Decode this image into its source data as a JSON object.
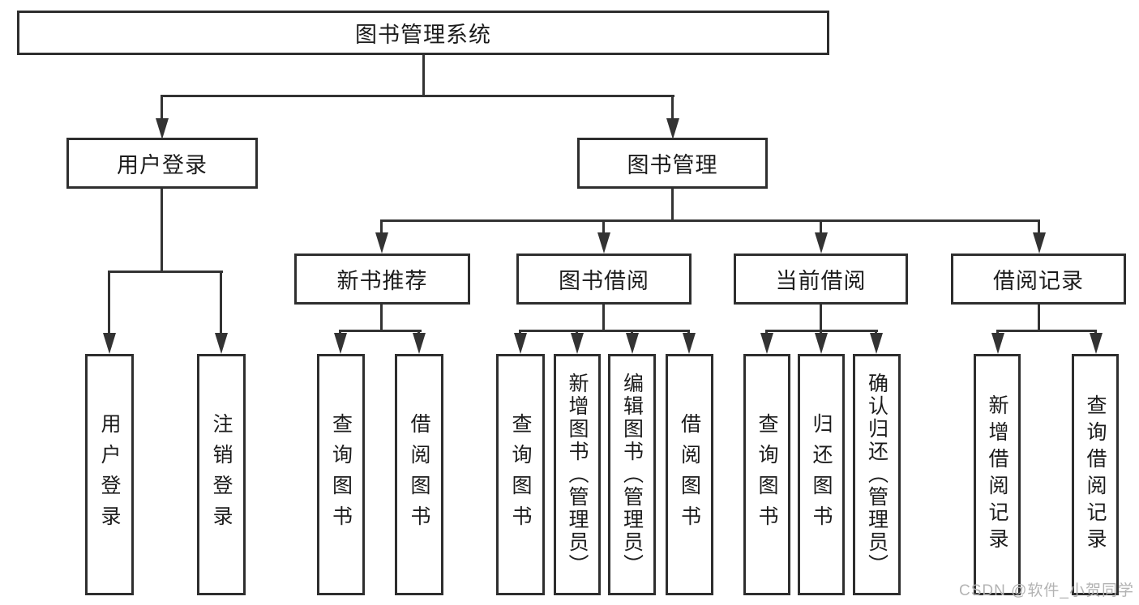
{
  "diagram": {
    "title": "图书管理系统",
    "type": "hierarchy-tree",
    "root": {
      "label": "图书管理系统"
    },
    "level2": [
      {
        "label": "用户登录"
      },
      {
        "label": "图书管理"
      }
    ],
    "level3": [
      {
        "label": "新书推荐"
      },
      {
        "label": "图书借阅"
      },
      {
        "label": "当前借阅"
      },
      {
        "label": "借阅记录"
      }
    ],
    "leaves": {
      "user_login": [
        {
          "label": "用户登录"
        },
        {
          "label": "注销登录"
        }
      ],
      "new_books": [
        {
          "label": "查询图书"
        },
        {
          "label": "借阅图书"
        }
      ],
      "book_borrow": [
        {
          "label": "查询图书"
        },
        {
          "label": "新增图书（管理员）"
        },
        {
          "label": "编辑图书（管理员）"
        },
        {
          "label": "借阅图书"
        }
      ],
      "current_borrow": [
        {
          "label": "查询图书"
        },
        {
          "label": "归还图书"
        },
        {
          "label": "确认归还（管理员）"
        }
      ],
      "borrow_records": [
        {
          "label": "新增借阅记录"
        },
        {
          "label": "查询借阅记录"
        }
      ]
    }
  },
  "watermark": "CSDN @软件_小贺同学",
  "colors": {
    "line": "#333333",
    "box_border": "#2e2e2e",
    "text": "#1c1c1c",
    "watermark": "#b3b3b3",
    "background": "#ffffff"
  }
}
